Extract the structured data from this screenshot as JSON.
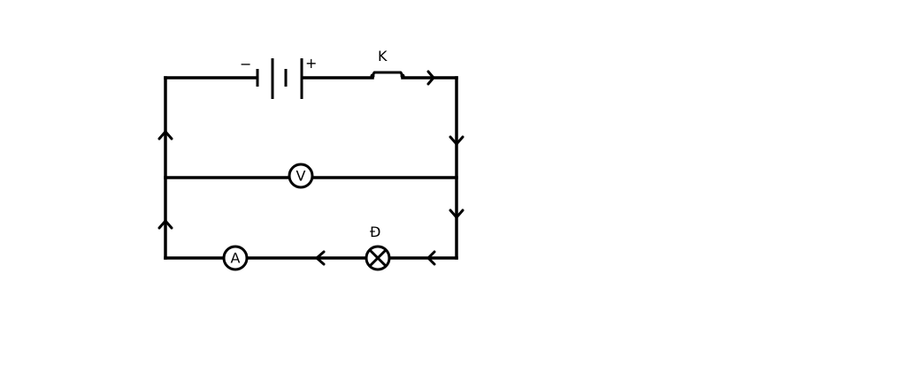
{
  "battery": {
    "negative_sign": "−",
    "positive_sign": "+"
  },
  "switch": {
    "label": "K"
  },
  "voltmeter": {
    "label": "V"
  },
  "ammeter": {
    "label": "A"
  },
  "lamp": {
    "label": "Đ"
  }
}
